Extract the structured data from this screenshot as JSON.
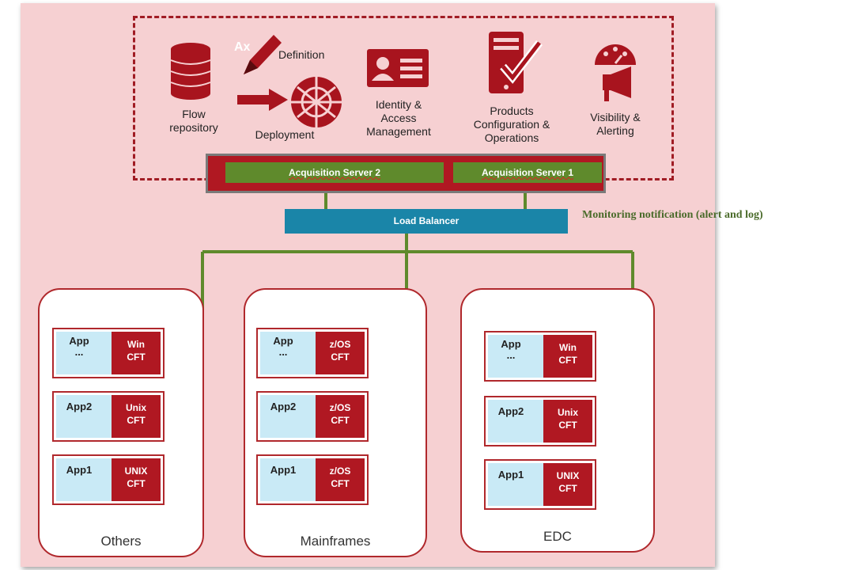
{
  "top": {
    "definition": "Definition",
    "flow_repository": "Flow\nrepository",
    "deployment": "Deployment",
    "identity": "Identity &\nAccess\nManagement",
    "products": "Products\nConfiguration &\nOperations",
    "visibility": "Visibility &\nAlerting"
  },
  "servers": {
    "server2": "Acquisition Server 2",
    "server1": "Acquisition Server 1",
    "load_balancer": "Load Balancer"
  },
  "monitoring": "Monitoring notification (alert and log)",
  "groups": [
    {
      "name": "Others",
      "apps": [
        {
          "app": "App\n...",
          "cft": "Win\nCFT"
        },
        {
          "app": "App2",
          "cft": "Unix\nCFT"
        },
        {
          "app": "App1",
          "cft": "UNIX\nCFT"
        }
      ]
    },
    {
      "name": "Mainframes",
      "apps": [
        {
          "app": "App\n...",
          "cft": "z/OS\nCFT"
        },
        {
          "app": "App2",
          "cft": "z/OS\nCFT"
        },
        {
          "app": "App1",
          "cft": "z/OS\nCFT"
        }
      ]
    },
    {
      "name": "EDC",
      "apps": [
        {
          "app": "App\n...",
          "cft": "Win\nCFT"
        },
        {
          "app": "App2",
          "cft": "Unix\nCFT"
        },
        {
          "app": "App1",
          "cft": "UNIX\nCFT"
        }
      ]
    }
  ],
  "icons": [
    "database-icon",
    "pencil-icon",
    "arrow-icon",
    "globe-icon",
    "id-card-icon",
    "tablet-check-icon",
    "gauge-megaphone-icon"
  ],
  "colors": {
    "red": "#b01822",
    "green": "#5f8a2c",
    "blue": "#1a85a8",
    "pink": "#f6d0d2"
  }
}
